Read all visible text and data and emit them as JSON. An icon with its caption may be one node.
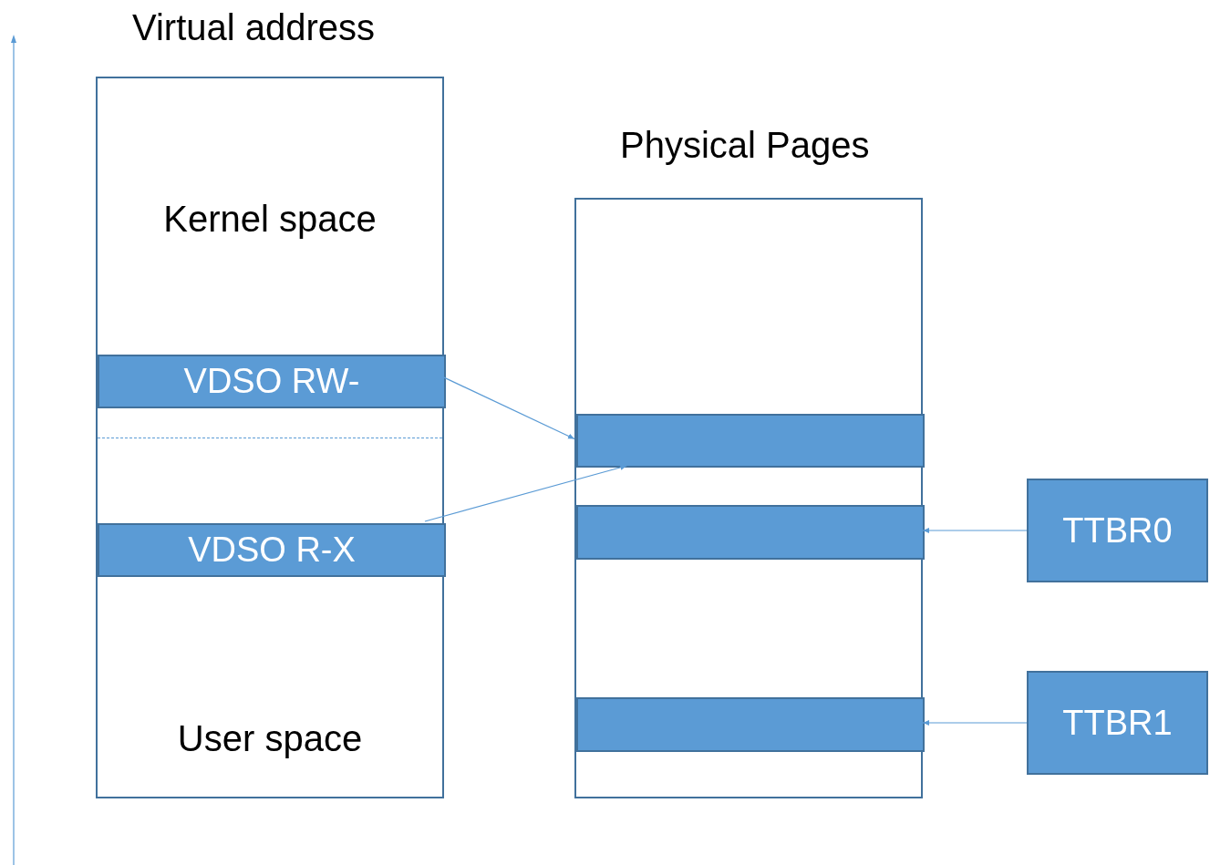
{
  "diagram": {
    "nodes": [
      {
        "text": [
          "Virtual address",
          "Kernel space",
          "User space"
        ]
      },
      {
        "text": [
          "VDSO RW-"
        ],
        "in": 0
      },
      {
        "text": [
          "VDSO R-X"
        ],
        "in": 0
      },
      {
        "text": [
          "Physical Pages"
        ]
      },
      {
        "text": [],
        "shape": "bar",
        "in": 3
      },
      {
        "text": [],
        "shape": "bar",
        "in": 3
      },
      {
        "text": [],
        "shape": "bar",
        "in": 3
      },
      {
        "text": [
          "TTBR0"
        ]
      },
      {
        "text": [
          "TTBR1"
        ]
      }
    ],
    "edges": [
      {
        "from": 1,
        "to": 4,
        "arrow": "to"
      },
      {
        "from": 2,
        "to": 4,
        "arrow": "to"
      },
      {
        "from": 7,
        "to": 5,
        "arrow": "to"
      },
      {
        "from": 8,
        "to": 6,
        "arrow": "to"
      }
    ]
  }
}
